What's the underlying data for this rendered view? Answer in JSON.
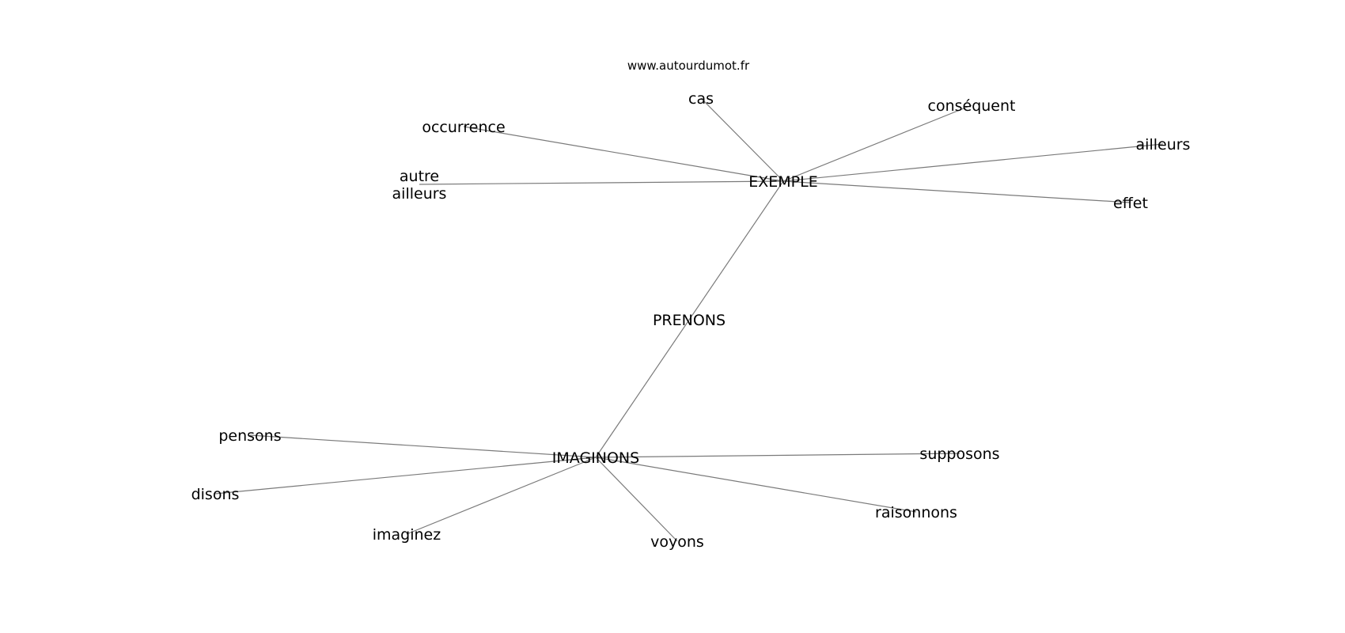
{
  "watermark": "www.autourdumot.fr",
  "graph": {
    "nodes": [
      {
        "id": "prenons",
        "label": "PRENONS"
      },
      {
        "id": "exemple",
        "label": "EXEMPLE"
      },
      {
        "id": "imaginons",
        "label": "IMAGINONS"
      },
      {
        "id": "cas",
        "label": "cas"
      },
      {
        "id": "consequent",
        "label": "conséquent"
      },
      {
        "id": "ailleurs",
        "label": "ailleurs"
      },
      {
        "id": "effet",
        "label": "effet"
      },
      {
        "id": "occurrence",
        "label": "occurrence"
      },
      {
        "id": "autre-ailleurs",
        "label": "autre\nailleurs"
      },
      {
        "id": "pensons",
        "label": "pensons"
      },
      {
        "id": "disons",
        "label": "disons"
      },
      {
        "id": "imaginez",
        "label": "imaginez"
      },
      {
        "id": "voyons",
        "label": "voyons"
      },
      {
        "id": "raisonnons",
        "label": "raisonnons"
      },
      {
        "id": "supposons",
        "label": "supposons"
      }
    ],
    "edges": [
      [
        "exemple",
        "imaginons"
      ],
      [
        "exemple",
        "cas"
      ],
      [
        "exemple",
        "consequent"
      ],
      [
        "exemple",
        "ailleurs"
      ],
      [
        "exemple",
        "effet"
      ],
      [
        "exemple",
        "occurrence"
      ],
      [
        "exemple",
        "autre-ailleurs"
      ],
      [
        "imaginons",
        "pensons"
      ],
      [
        "imaginons",
        "disons"
      ],
      [
        "imaginons",
        "imaginez"
      ],
      [
        "imaginons",
        "voyons"
      ],
      [
        "imaginons",
        "raisonnons"
      ],
      [
        "imaginons",
        "supposons"
      ]
    ]
  }
}
